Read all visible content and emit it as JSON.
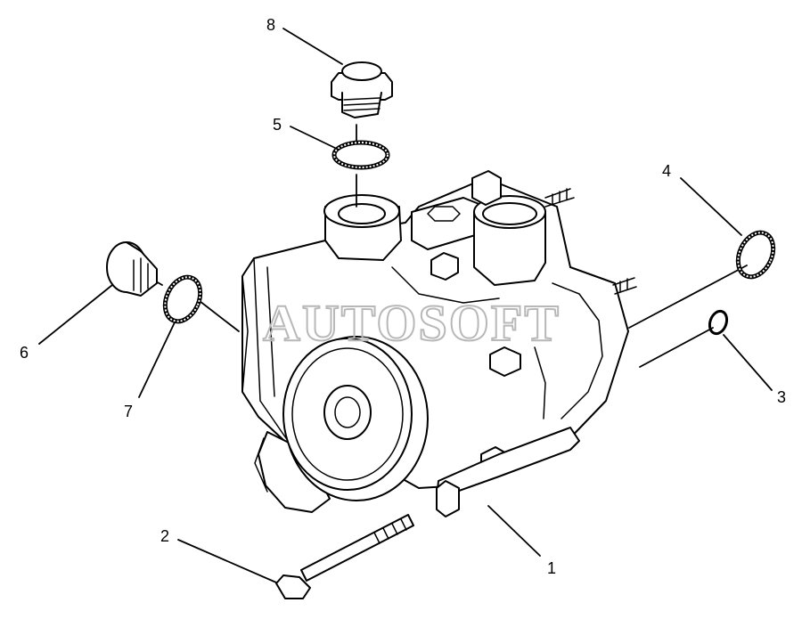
{
  "watermark": "AUTOSOFT",
  "callouts": [
    {
      "id": "1",
      "label": "1"
    },
    {
      "id": "2",
      "label": "2"
    },
    {
      "id": "3",
      "label": "3"
    },
    {
      "id": "4",
      "label": "4"
    },
    {
      "id": "5",
      "label": "5"
    },
    {
      "id": "6",
      "label": "6"
    },
    {
      "id": "7",
      "label": "7"
    },
    {
      "id": "8",
      "label": "8"
    }
  ],
  "colors": {
    "line": "#000000",
    "background": "#ffffff",
    "watermark": "#b8b8b8"
  }
}
